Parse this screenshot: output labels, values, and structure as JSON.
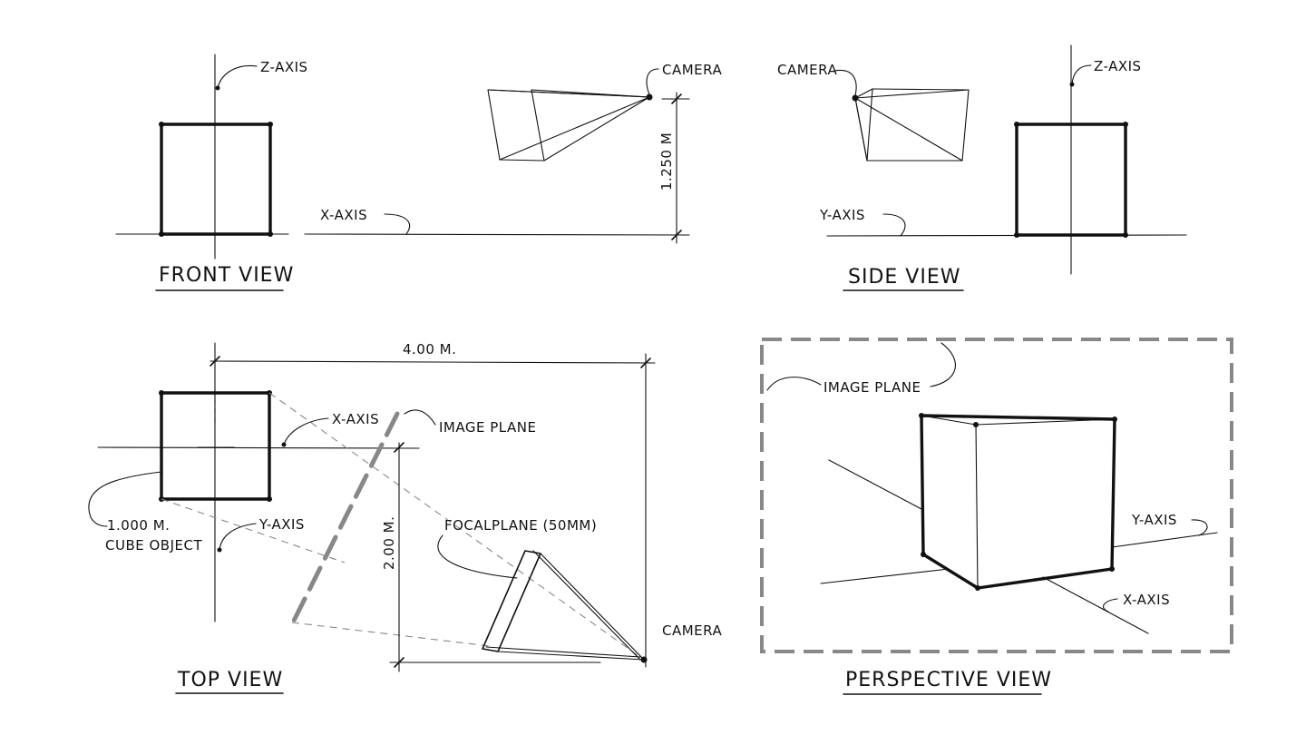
{
  "views": {
    "front": {
      "title": "FRONT VIEW",
      "z_axis": "Z-AXIS",
      "x_axis": "X-AXIS",
      "camera": "CAMERA",
      "height_dim": "1.250 M"
    },
    "side": {
      "title": "SIDE VIEW",
      "z_axis": "Z-AXIS",
      "y_axis": "Y-AXIS",
      "camera": "CAMERA"
    },
    "top": {
      "title": "TOP VIEW",
      "width_dim": "4.00 M.",
      "depth_dim": "2.00 M.",
      "x_axis": "X-AXIS",
      "y_axis": "Y-AXIS",
      "image_plane": "IMAGE PLANE",
      "focal_plane": "FOCALPLANE (50MM)",
      "camera": "CAMERA",
      "cube_size": "1.000 M.",
      "cube_object": "CUBE OBJECT"
    },
    "perspective": {
      "title": "PERSPECTIVE VIEW",
      "image_plane": "IMAGE PLANE",
      "y_axis": "Y-AXIS",
      "x_axis": "X-AXIS"
    }
  },
  "colors": {
    "ink": "#111111",
    "guide": "#888888",
    "background": "#ffffff"
  }
}
